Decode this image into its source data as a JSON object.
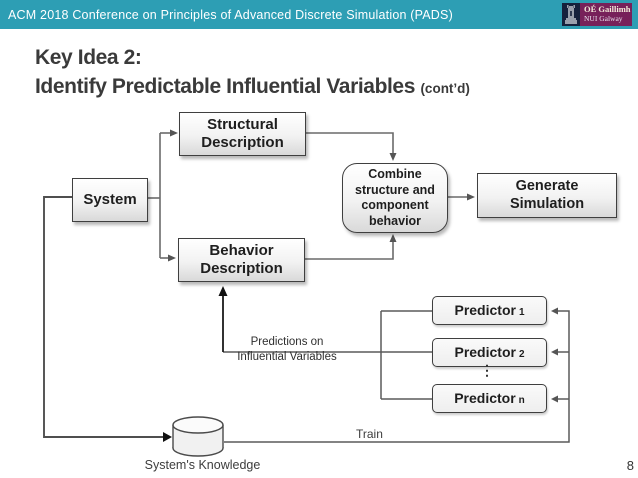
{
  "colors": {
    "teal": "#2d9eb4",
    "navy": "#16213d",
    "plum": "#77215a",
    "title-gray": "#3a3a3a"
  },
  "header": {
    "conference_title": "ACM 2018 Conference on Principles of Advanced Discrete Simulation (PADS)",
    "logo": {
      "name_irish": "OÉ Gaillimh",
      "name_english": "NUI Galway"
    }
  },
  "slide": {
    "title_line1": "Key Idea 2:",
    "title_line2": "Identify Predictable Influential Variables",
    "title_suffix": "(cont’d)",
    "page_number": "8"
  },
  "diagram": {
    "boxes": {
      "system": "System",
      "structural": "Structural Description",
      "behavior": "Behavior Description",
      "combine": "Combine structure and component behavior",
      "generate": "Generate Simulation"
    },
    "predictors": [
      {
        "label": "Predictor",
        "sub": "1"
      },
      {
        "label": "Predictor",
        "sub": "2"
      },
      {
        "label": "Predictor",
        "sub": "n"
      }
    ],
    "ellipsis": "⋮",
    "labels": {
      "predictions_line1": "Predictions on",
      "predictions_line2": "Influential Variables",
      "train": "Train",
      "knowledge": "System's Knowledge"
    }
  }
}
